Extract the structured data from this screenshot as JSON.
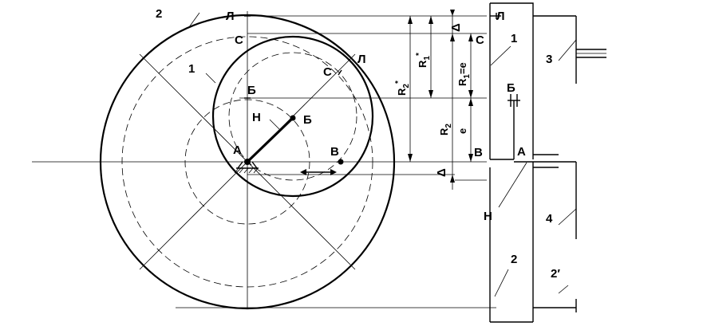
{
  "labels": {
    "L_top": "Л",
    "L_small": "Л",
    "L_right": "Л",
    "C_top": "С",
    "C_small": "С",
    "C_right": "С",
    "B_left": "Б",
    "B_center": "Б",
    "B_right": "Б",
    "A_left": "А",
    "A_right": "А",
    "V_left": "В",
    "V_right": "В",
    "H_left": "Н",
    "H_right": "Н",
    "num_2_top": "2",
    "num_1_left": "1",
    "num_1_right": "1",
    "num_3": "3",
    "num_4": "4",
    "num_2_bottom": "2",
    "num_2_prime": "2′",
    "delta_top": "Δ",
    "delta_bottom": "Δ"
  },
  "dimensions": {
    "R2_star": "R",
    "R2_star_sub": "2",
    "R2_star_sup": "*",
    "R1_star": "R",
    "R1_star_sub": "1",
    "R1_star_sup": "*",
    "R2": "R",
    "R2_sub": "2",
    "R1_eq_e": "R",
    "R1_eq_e_sub": "1",
    "R1_eq_e_rest": "=e",
    "e": "e"
  }
}
